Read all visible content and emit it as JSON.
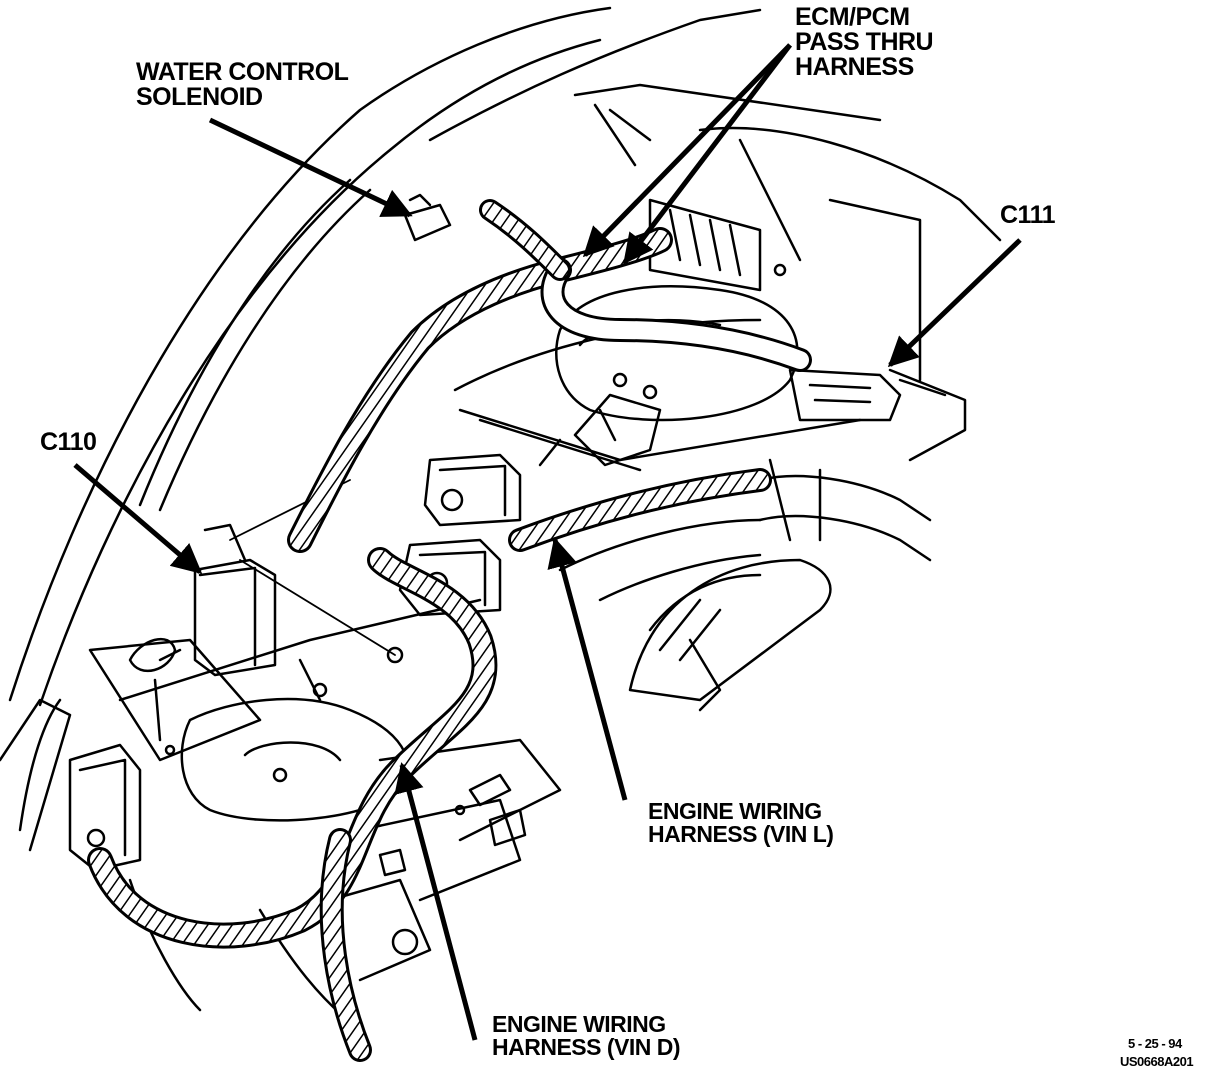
{
  "labels": {
    "water_control_solenoid": [
      "WATER CONTROL",
      "SOLENOID"
    ],
    "ecm_pcm_pass_thru_harness": [
      "ECM/PCM",
      "PASS THRU",
      "HARNESS"
    ],
    "c111": "C111",
    "c110": "C110",
    "engine_wiring_harness_vin_l": [
      "ENGINE WIRING",
      "HARNESS (VIN L)"
    ],
    "engine_wiring_harness_vin_d": [
      "ENGINE WIRING",
      "HARNESS (VIN D)"
    ],
    "date_code": "5 - 25 - 94",
    "figure_id": "US0668A201"
  },
  "colors": {
    "ink": "#000000",
    "paper": "#ffffff"
  }
}
